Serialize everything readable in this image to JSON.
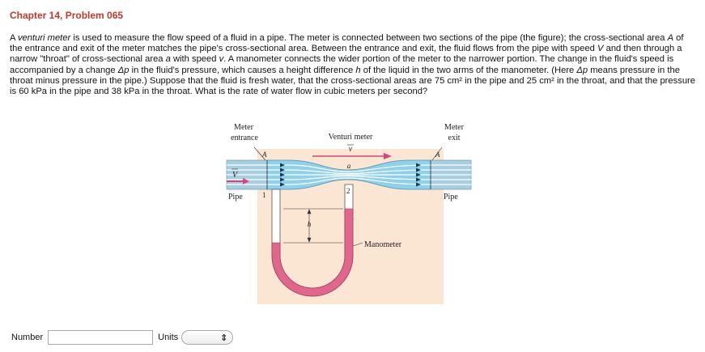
{
  "problem": {
    "title": "Chapter 14, Problem 065",
    "p1": "A ",
    "p2": "venturi meter",
    "p3": " is used to measure the flow speed of a fluid in a pipe. The meter is connected between two sections of the pipe (the figure); the cross-sectional area ",
    "p4": "A",
    "p5": " of the entrance and exit of the meter matches the pipe's cross-sectional area. Between the entrance and exit, the fluid flows from the pipe with speed ",
    "p6": "V",
    "p7": " and then through a narrow \"throat\" of cross-sectional area ",
    "p8": "a",
    "p9": " with speed ",
    "p10": "v",
    "p11": ". A manometer connects the wider portion of the meter to the narrower portion. The change in the fluid's speed is accompanied by a change ",
    "p12": "Δp",
    "p13": " in the fluid's pressure, which causes a height difference ",
    "p14": "h",
    "p15": " of the liquid in the two arms of the manometer. (Here ",
    "p16": "Δp",
    "p17": " means pressure in the throat minus pressure in the pipe.) Suppose that the fluid is fresh water, that the cross-sectional areas are 75 cm² in the pipe and 25 cm² in the throat, and that the pressure is 60 kPa in the pipe and 38 kPa in the throat. What is the rate of water flow in cubic meters per second?"
  },
  "figure": {
    "meter_entrance_line1": "Meter",
    "meter_entrance_line2": "entrance",
    "venturi_meter": "Venturi meter",
    "meter_exit_line1": "Meter",
    "meter_exit_line2": "exit",
    "label_A_left": "A",
    "label_A_right": "A",
    "label_V": "V",
    "label_v": "v",
    "label_a": "a",
    "label_1": "1",
    "label_2": "2",
    "label_h": "h",
    "pipe_left": "Pipe",
    "pipe_right": "Pipe",
    "manometer": "Manometer"
  },
  "answer": {
    "number_label": "Number",
    "number_value": "",
    "units_label": "Units",
    "units_selected": ""
  },
  "colors": {
    "title": "#c0392b",
    "water": "#8fd0ea",
    "pipe": "#a8cfe0",
    "manometer_fluid": "#e0668c",
    "background_panel": "#fbe6d4",
    "arrow": "#e0407a"
  }
}
